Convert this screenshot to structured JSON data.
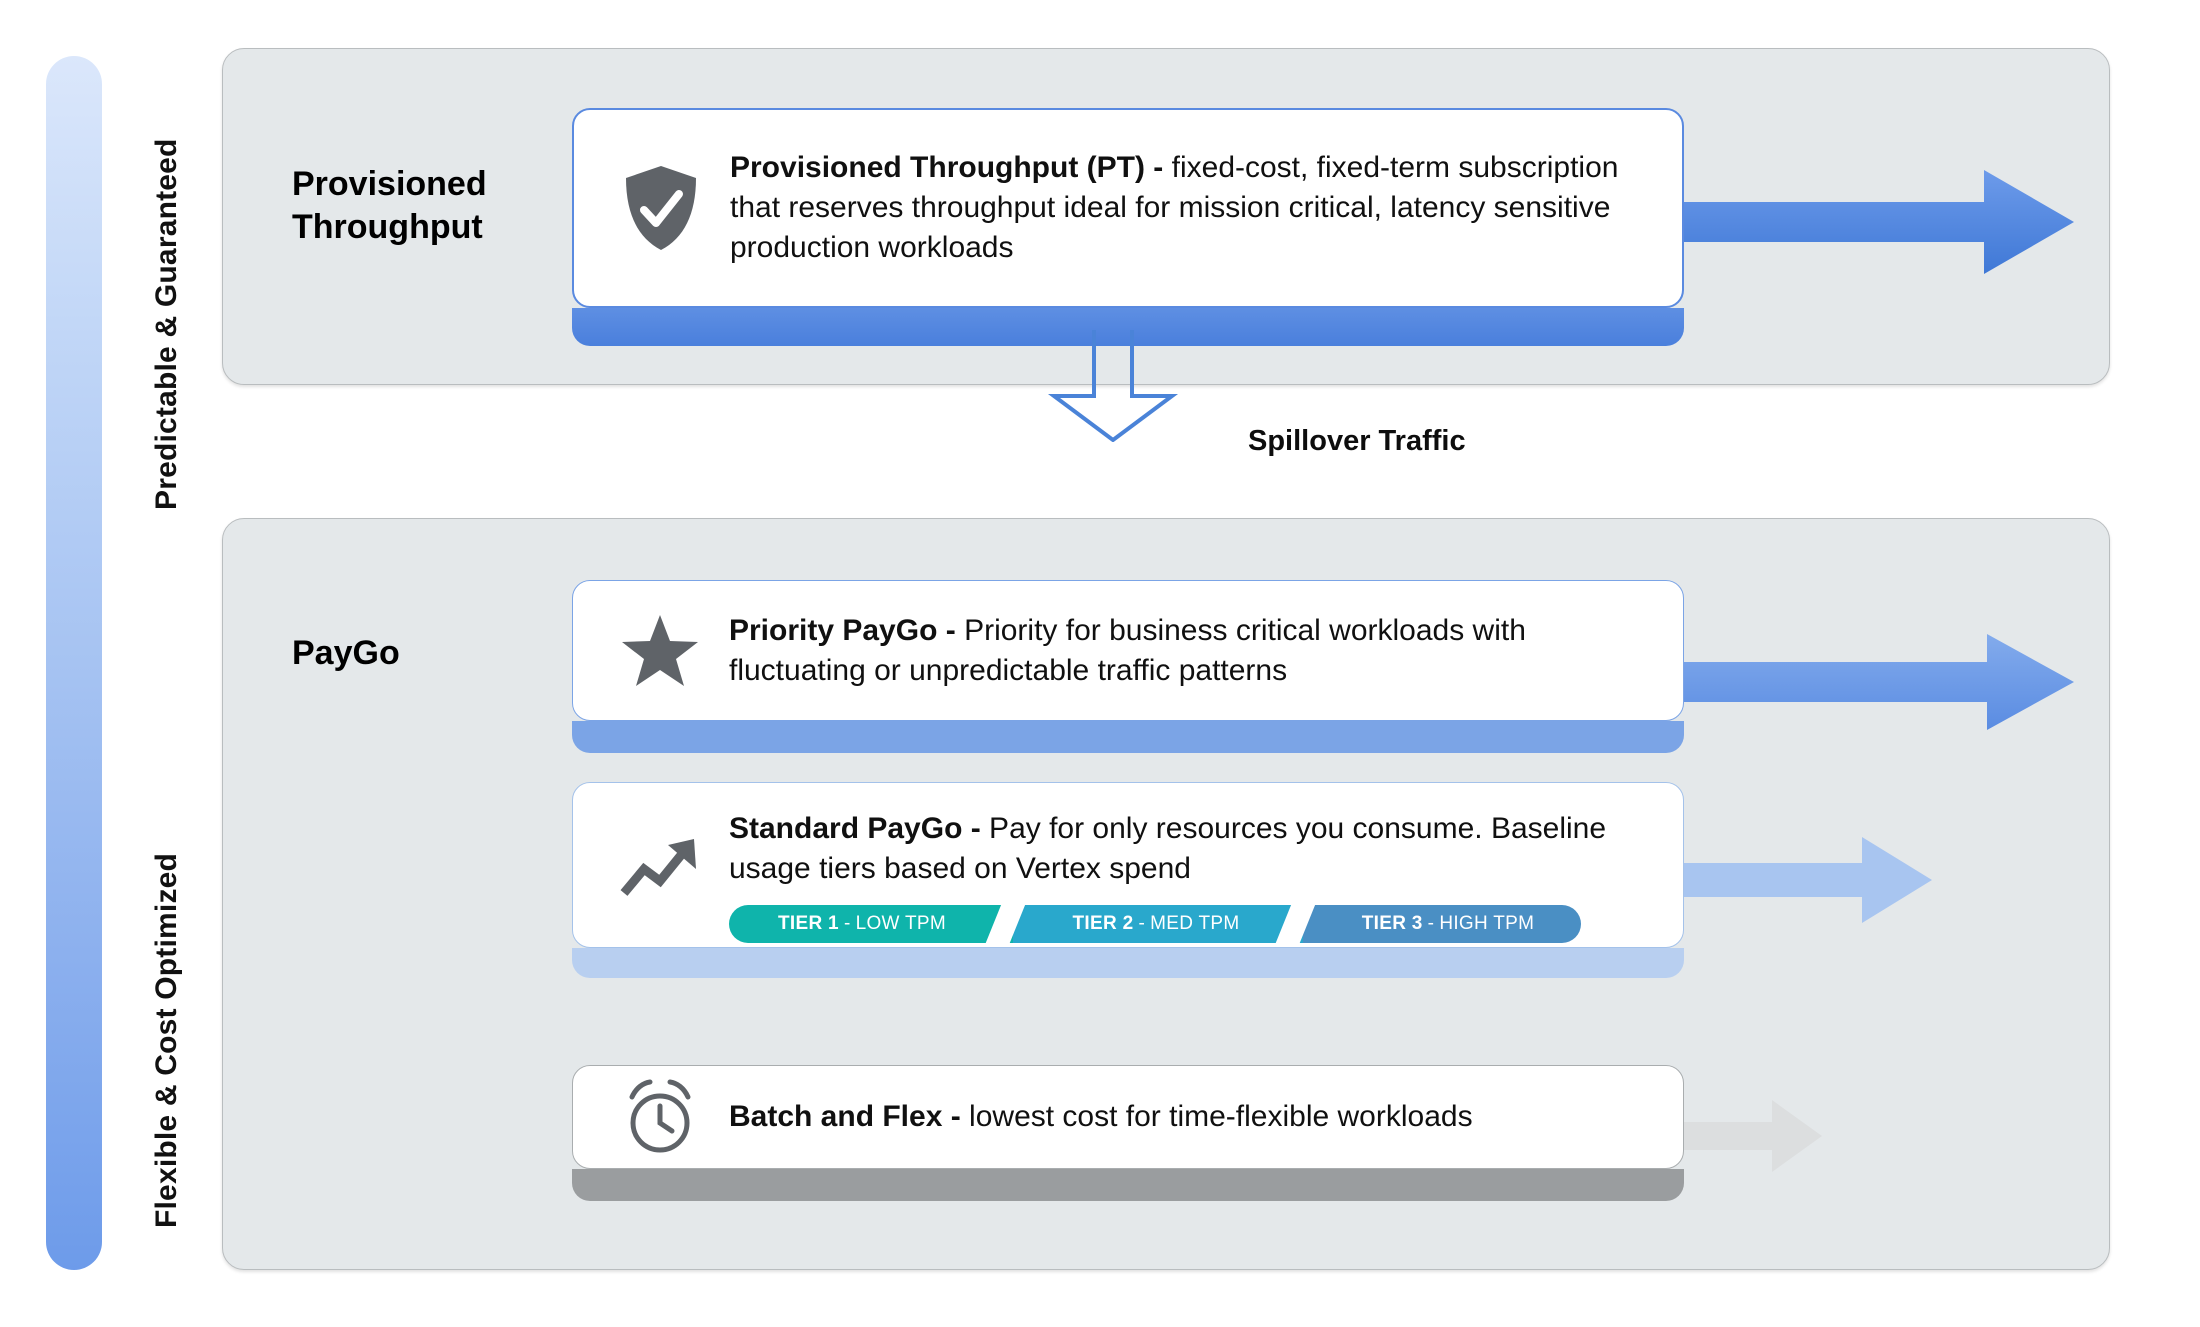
{
  "axis": {
    "top_label": "Predictable & Guaranteed",
    "bottom_label": "Flexible & Cost Optimized",
    "gradient_top_color": "#dbe7fb",
    "gradient_bottom_color": "#6d9bea"
  },
  "panels": {
    "provisioned": {
      "title": "Provisioned Throughput"
    },
    "paygo": {
      "title": "PayGo"
    }
  },
  "cards": {
    "provisioned_throughput": {
      "icon": "shield-check-icon",
      "title": "Provisioned Throughput (PT) -",
      "description": " fixed-cost, fixed-term subscription that reserves throughput ideal for mission critical, latency sensitive production workloads",
      "accent_color": "#4a7fdc"
    },
    "priority_paygo": {
      "icon": "star-icon",
      "title": "Priority PayGo -",
      "description": " Priority for business critical workloads with fluctuating or unpredictable traffic patterns",
      "accent_color": "#7ba4e6"
    },
    "standard_paygo": {
      "icon": "trending-up-icon",
      "title": "Standard PayGo -",
      "description": " Pay for only resources you consume. Baseline usage tiers based on Vertex spend",
      "accent_color": "#b8cff0",
      "tiers": [
        {
          "num": "TIER 1",
          "sep": "-",
          "name": "LOW TPM",
          "color": "#0fb4ab"
        },
        {
          "num": "TIER 2",
          "sep": "-",
          "name": "MED TPM",
          "color": "#29a8cc"
        },
        {
          "num": "TIER 3",
          "sep": "-",
          "name": "HIGH TPM",
          "color": "#4a8fc4"
        }
      ]
    },
    "batch_and_flex": {
      "icon": "alarm-clock-icon",
      "title": "Batch and Flex -",
      "description": " lowest cost for time-flexible workloads",
      "accent_color": "#9a9d9f"
    }
  },
  "spillover": {
    "label": "Spillover Traffic",
    "arrow_color": "#4a83d8"
  },
  "flow_arrows": [
    {
      "name": "provisioned-throughput-flow",
      "color": "#4d85e0"
    },
    {
      "name": "priority-paygo-flow",
      "color": "#6e9ce8"
    },
    {
      "name": "standard-paygo-flow",
      "color": "#a8c5f0"
    },
    {
      "name": "batch-flex-flow",
      "color": "#dcdedf"
    }
  ]
}
